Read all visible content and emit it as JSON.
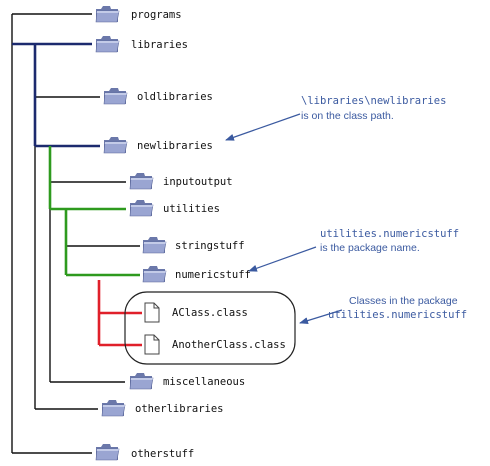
{
  "folders": {
    "programs": "programs",
    "libraries": "libraries",
    "oldlibraries": "oldlibraries",
    "newlibraries": "newlibraries",
    "inputoutput": "inputoutput",
    "utilities": "utilities",
    "stringstuff": "stringstuff",
    "numericstuff": "numericstuff",
    "miscellaneous": "miscellaneous",
    "otherlibraries": "otherlibraries",
    "otherstuff": "otherstuff"
  },
  "files": {
    "aclass": "AClass.class",
    "anotherclass": "AnotherClass.class"
  },
  "annotations": {
    "classpath_line1": "\\libraries\\newlibraries",
    "classpath_line2": "is on the class path.",
    "package_line1": "utilities.numericstuff",
    "package_line2": "is the package name.",
    "classes_line1": "Classes in the package",
    "classes_line2": "utilities.numericstuff"
  },
  "colors": {
    "root_line": "#111111",
    "classpath_line": "#1c2a6e",
    "package_line": "#2e9a1e",
    "file_line": "#e0202a",
    "folder_fill": "#8c98c6",
    "annotation_text": "#3b5aa0"
  },
  "icons": {
    "folder": "folder-icon",
    "file": "file-icon",
    "arrow": "arrow-icon"
  }
}
